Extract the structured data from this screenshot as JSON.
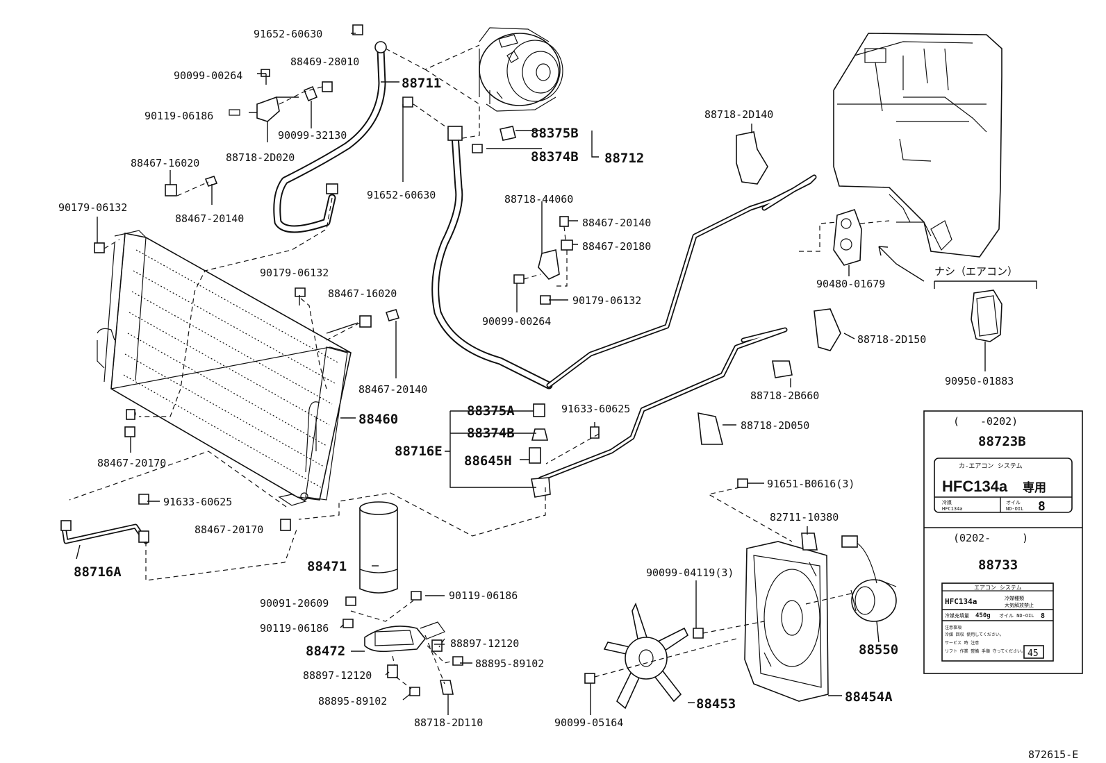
{
  "diagram": {
    "reference_code": "872615-E",
    "parts": [
      {
        "id": "p1",
        "label": "91652-60630"
      },
      {
        "id": "p2",
        "label": "88469-28010"
      },
      {
        "id": "p3",
        "label": "90099-00264"
      },
      {
        "id": "p4",
        "label": "88711"
      },
      {
        "id": "p5",
        "label": "90119-06186"
      },
      {
        "id": "p6",
        "label": "90099-32130"
      },
      {
        "id": "p7",
        "label": "88718-2D020"
      },
      {
        "id": "p8",
        "label": "88467-16020"
      },
      {
        "id": "p9",
        "label": "90179-06132"
      },
      {
        "id": "p10",
        "label": "88467-20140"
      },
      {
        "id": "p11",
        "label": "91652-60630"
      },
      {
        "id": "p12",
        "label": "88375B"
      },
      {
        "id": "p13",
        "label": "88374B"
      },
      {
        "id": "p14",
        "label": "88712"
      },
      {
        "id": "p15",
        "label": "88718-44060"
      },
      {
        "id": "p16",
        "label": "88467-20140"
      },
      {
        "id": "p17",
        "label": "88467-20180"
      },
      {
        "id": "p18",
        "label": "90179-06132"
      },
      {
        "id": "p19",
        "label": "90099-00264"
      },
      {
        "id": "p20",
        "label": "88718-2D140"
      },
      {
        "id": "p21",
        "label": "90480-01679"
      },
      {
        "id": "p22",
        "label": "90179-06132"
      },
      {
        "id": "p23",
        "label": "88467-16020"
      },
      {
        "id": "p24",
        "label": "88467-20140"
      },
      {
        "id": "p25",
        "label": "88460"
      },
      {
        "id": "p26",
        "label": "88467-20170"
      },
      {
        "id": "p27",
        "label": "88375A"
      },
      {
        "id": "p28",
        "label": "88374B"
      },
      {
        "id": "p29",
        "label": "88716E"
      },
      {
        "id": "p30",
        "label": "88645H"
      },
      {
        "id": "p31",
        "label": "91633-60625"
      },
      {
        "id": "p32",
        "label": "88718-2D150"
      },
      {
        "id": "p33",
        "label": "88718-2B660"
      },
      {
        "id": "p34",
        "label": "88718-2D050"
      },
      {
        "id": "p35",
        "label": "90950-01883"
      },
      {
        "id": "p36",
        "label": "91633-60625"
      },
      {
        "id": "p37",
        "label": "88467-20170"
      },
      {
        "id": "p38",
        "label": "88716A"
      },
      {
        "id": "p39",
        "label": "88471"
      },
      {
        "id": "p40",
        "label": "90091-20609"
      },
      {
        "id": "p41",
        "label": "90119-06186"
      },
      {
        "id": "p42",
        "label": "90119-06186"
      },
      {
        "id": "p43",
        "label": "88472"
      },
      {
        "id": "p44",
        "label": "88897-12120"
      },
      {
        "id": "p45",
        "label": "88895-89102"
      },
      {
        "id": "p46",
        "label": "88897-12120"
      },
      {
        "id": "p47",
        "label": "88895-89102"
      },
      {
        "id": "p48",
        "label": "88718-2D110"
      },
      {
        "id": "p49",
        "label": "91651-B0616(3)"
      },
      {
        "id": "p50",
        "label": "82711-10380"
      },
      {
        "id": "p51",
        "label": "90099-04119(3)"
      },
      {
        "id": "p52",
        "label": "88550"
      },
      {
        "id": "p53",
        "label": "88453"
      },
      {
        "id": "p54",
        "label": "88454A"
      },
      {
        "id": "p55",
        "label": "90099-05164"
      }
    ],
    "note_without_ac": "ナシ（エアコン）"
  },
  "label_box": {
    "section1": {
      "period": "(　　-0202)",
      "part_no": "88723B",
      "label_header": "カ-エアコン システム",
      "refrigerant": "HFC134a",
      "refrigerant_suffix": "専用",
      "oil_caption": "オイル",
      "oil_value": "ND-OIL",
      "oil_number": "8",
      "type_caption": "冷媒",
      "type_value": "HFC134a"
    },
    "section2": {
      "period": "(0202-　　　)",
      "part_no": "88733",
      "label_header": "エアコン システム",
      "refrigerant": "HFC134a",
      "refrigerant_note1": "冷媒種類",
      "refrigerant_note2": "大気解放禁止",
      "charge_caption": "冷媒充填量",
      "charge_value": "450g",
      "oil_value": "オイル ND-OIL",
      "oil_number": "8",
      "note_line1": "注意事項",
      "note_line2": "冷媒 回収 使用してください。",
      "note_line3": "サービス 時 注意",
      "note_line4": "リフト 作業 整備 手順 守ってください。",
      "box_number": "45"
    }
  }
}
